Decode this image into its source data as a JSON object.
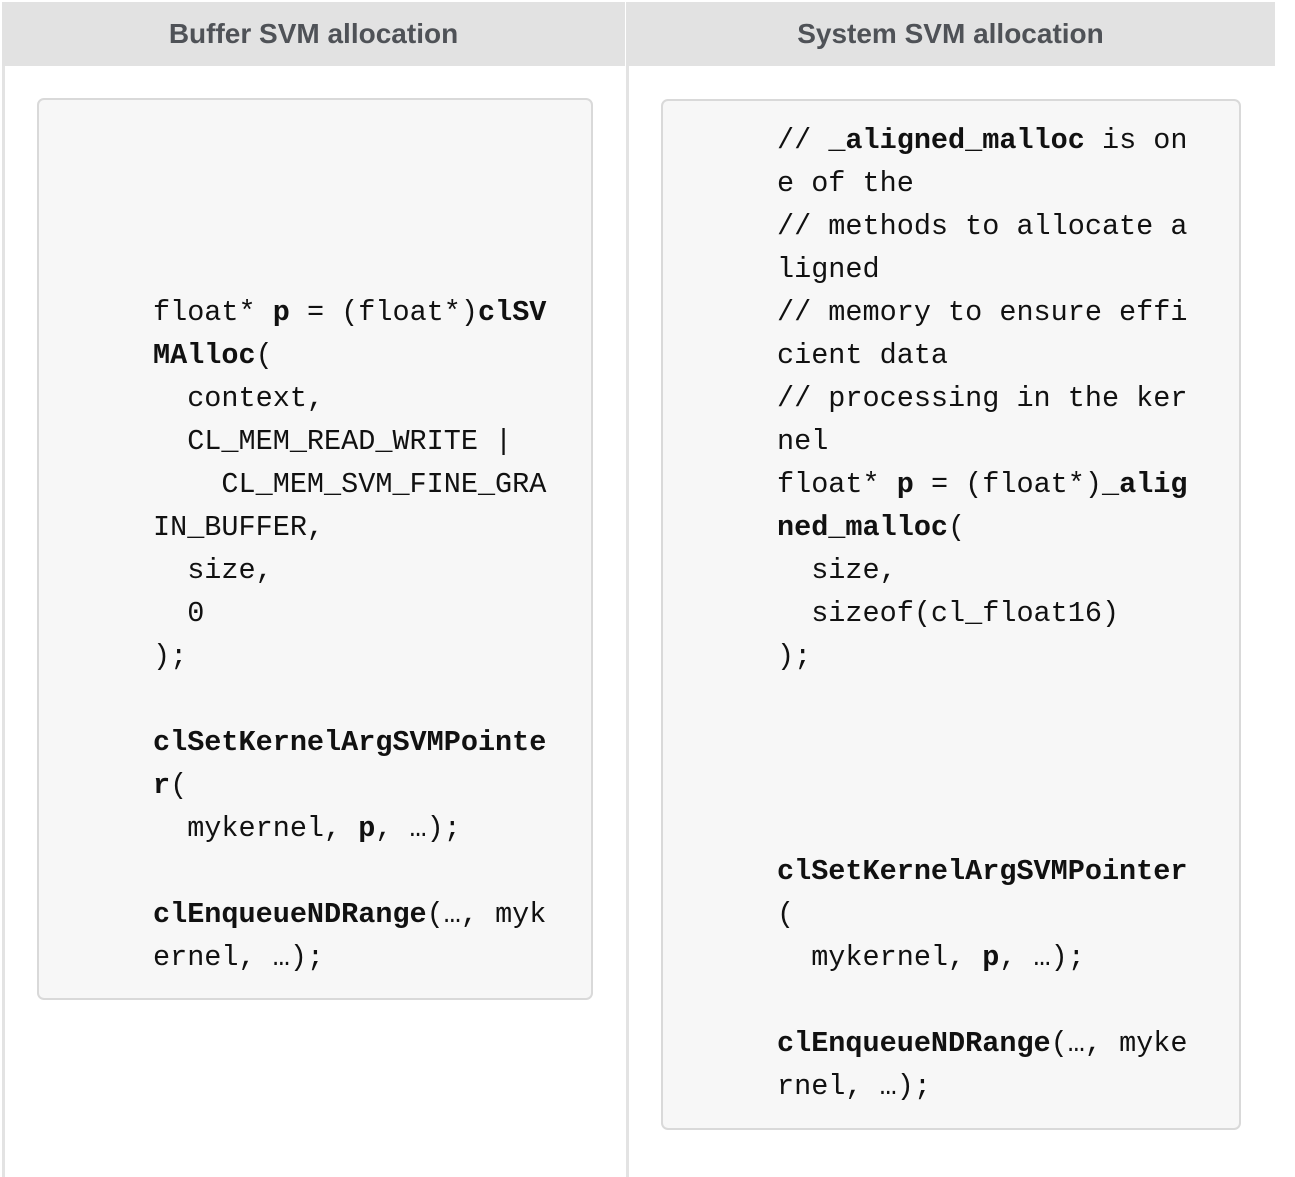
{
  "columns": [
    {
      "header": "Buffer SVM allocation",
      "code_lines": [
        [
          {
            "t": "float* "
          },
          {
            "t": "p",
            "b": true
          },
          {
            "t": " = (float*)"
          },
          {
            "t": "clSV",
            "b": true
          }
        ],
        [
          {
            "t": "MAlloc",
            "b": true
          },
          {
            "t": "("
          }
        ],
        [
          {
            "t": "  context,"
          }
        ],
        [
          {
            "t": "  CL_MEM_READ_WRITE |"
          }
        ],
        [
          {
            "t": "    CL_MEM_SVM_FINE_GRA"
          }
        ],
        [
          {
            "t": "IN_BUFFER,"
          }
        ],
        [
          {
            "t": "  size,"
          }
        ],
        [
          {
            "t": "  0"
          }
        ],
        [
          {
            "t": ");"
          }
        ],
        [
          {
            "t": ""
          }
        ],
        [
          {
            "t": "clSetKernelArgSVMPointe",
            "b": true
          }
        ],
        [
          {
            "t": "r",
            "b": true
          },
          {
            "t": "("
          }
        ],
        [
          {
            "t": "  mykernel, "
          },
          {
            "t": "p",
            "b": true
          },
          {
            "t": ", …);"
          }
        ],
        [
          {
            "t": ""
          }
        ],
        [
          {
            "t": "clEnqueueNDRange",
            "b": true
          },
          {
            "t": "(…, myk"
          }
        ],
        [
          {
            "t": "ernel, …);"
          }
        ]
      ]
    },
    {
      "header": "System SVM allocation",
      "code_lines": [
        [
          {
            "t": "// "
          },
          {
            "t": "_aligned_malloc",
            "b": true
          },
          {
            "t": " is on"
          }
        ],
        [
          {
            "t": "e of the"
          }
        ],
        [
          {
            "t": "// methods to allocate a"
          }
        ],
        [
          {
            "t": "ligned"
          }
        ],
        [
          {
            "t": "// memory to ensure effi"
          }
        ],
        [
          {
            "t": "cient data"
          }
        ],
        [
          {
            "t": "// processing in the ker"
          }
        ],
        [
          {
            "t": "nel"
          }
        ],
        [
          {
            "t": "float* "
          },
          {
            "t": "p",
            "b": true
          },
          {
            "t": " = (float*)"
          },
          {
            "t": "_alig",
            "b": true
          }
        ],
        [
          {
            "t": "ned_malloc",
            "b": true
          },
          {
            "t": "("
          }
        ],
        [
          {
            "t": "  size,"
          }
        ],
        [
          {
            "t": "  sizeof(cl_float16)"
          }
        ],
        [
          {
            "t": ");"
          }
        ],
        [
          {
            "t": ""
          }
        ],
        [
          {
            "t": ""
          }
        ],
        [
          {
            "t": ""
          }
        ],
        [
          {
            "t": ""
          }
        ],
        [
          {
            "t": "clSetKernelArgSVMPointer",
            "b": true
          }
        ],
        [
          {
            "t": "("
          }
        ],
        [
          {
            "t": "  mykernel, "
          },
          {
            "t": "p",
            "b": true
          },
          {
            "t": ", …);"
          }
        ],
        [
          {
            "t": ""
          }
        ],
        [
          {
            "t": "clEnqueueNDRange",
            "b": true
          },
          {
            "t": "(…, myke"
          }
        ],
        [
          {
            "t": "rnel, …);"
          }
        ]
      ]
    }
  ]
}
